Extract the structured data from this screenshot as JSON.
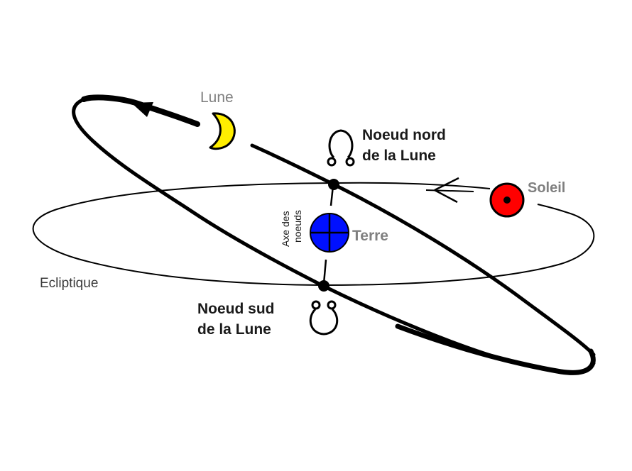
{
  "diagram": {
    "title": "Noeuds lunaires",
    "labels": {
      "moon": "Lune",
      "north_node_line1": "Noeud nord",
      "north_node_line2": "de la Lune",
      "sun": "Soleil",
      "earth": "Terre",
      "axis_line1": "Axe des",
      "axis_line2": "noeuds",
      "ecliptic": "Ecliptique",
      "south_node_line1": "Noeud sud",
      "south_node_line2": "de la Lune"
    },
    "symbols": {
      "north_node": "ascending-node-symbol",
      "south_node": "descending-node-symbol"
    },
    "colors": {
      "moon": "#ffee00",
      "sun": "#ff0000",
      "earth": "#0010ff",
      "label_gray": "#808080",
      "label_dark": "#1a1a1a",
      "line": "#000000"
    }
  }
}
